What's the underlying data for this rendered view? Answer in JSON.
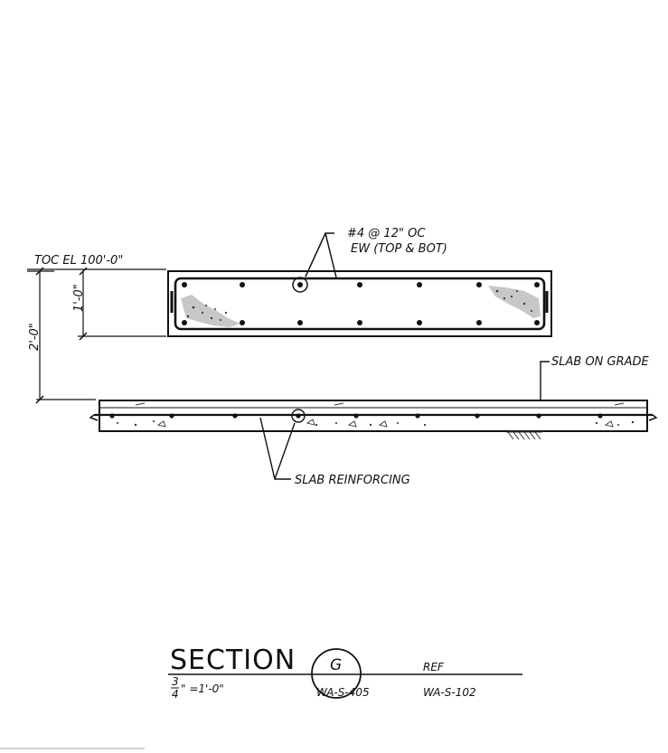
{
  "annotations": {
    "rebar_top": "#4 @ 12\" OC",
    "rebar_bottom": "EW (TOP & BOT)",
    "toc_elevation": "TOC EL 100'-0\"",
    "dim_thickness": "1'-0\"",
    "dim_depth": "2'-0\"",
    "slab_on_grade": "SLAB ON GRADE",
    "slab_reinforcing": "SLAB REINFORCING"
  },
  "title_block": {
    "title": "SECTION",
    "scale_fraction_num": "3",
    "scale_fraction_den": "4",
    "scale_rest": "\" =1'-0\"",
    "bubble_letter": "G",
    "bubble_sheet": "WA-S-405",
    "ref_label": "REF",
    "ref_sheet": "WA-S-102"
  },
  "colors": {
    "ink": "#111111",
    "paper": "#ffffff"
  }
}
